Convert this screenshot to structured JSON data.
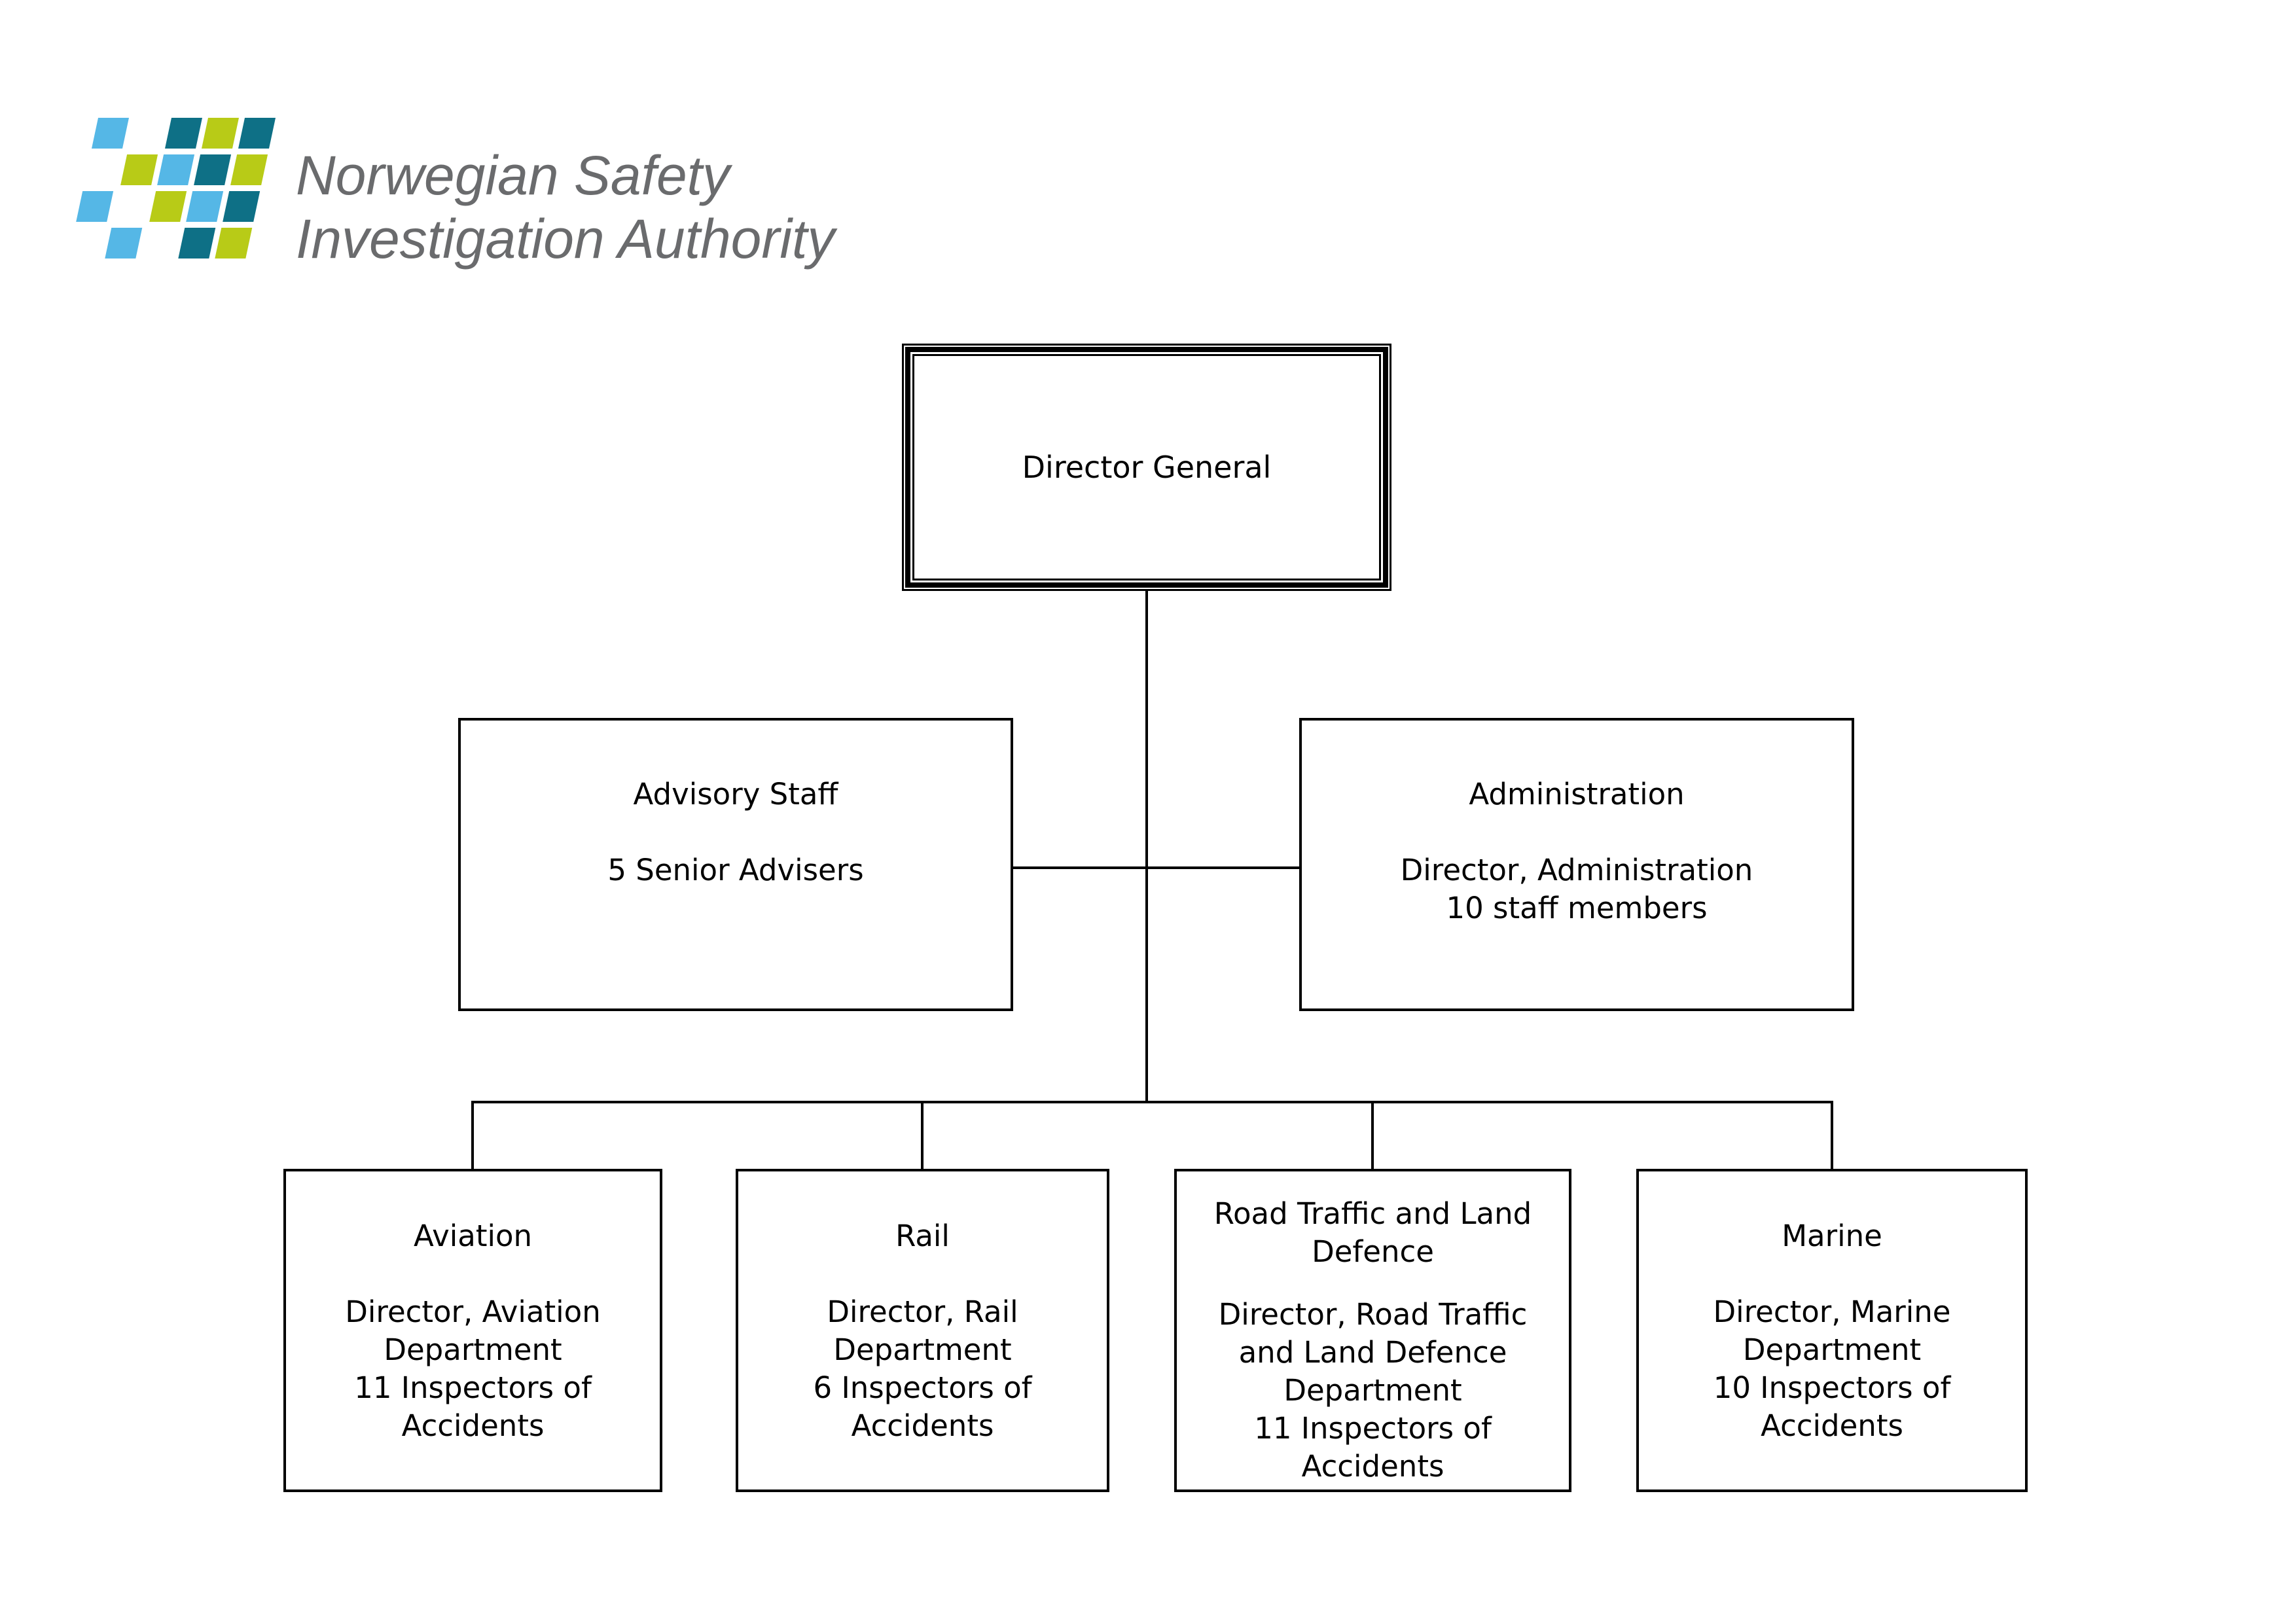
{
  "logo": {
    "line1": "Norwegian Safety",
    "line2": "Investigation Authority",
    "colors": {
      "blue": "#55b7e6",
      "teal": "#0e7086",
      "green": "#b8cb17",
      "text_gray": "#6a6b6d"
    },
    "grid": [
      [
        "blue",
        null,
        "teal",
        "green",
        "teal"
      ],
      [
        null,
        "green",
        "blue",
        "teal",
        "green"
      ],
      [
        "blue",
        null,
        "green",
        "blue",
        "teal"
      ],
      [
        null,
        "blue",
        null,
        "teal",
        "green"
      ]
    ]
  },
  "chart": {
    "root": {
      "title": "Director General"
    },
    "staff": [
      {
        "title": "Advisory Staff",
        "body": [
          "5 Senior Advisers"
        ]
      },
      {
        "title": "Administration",
        "body": [
          "Director, Administration",
          "10 staff members"
        ]
      }
    ],
    "departments": [
      {
        "title": "Aviation",
        "body": [
          "Director, Aviation",
          "Department",
          "11 Inspectors of",
          "Accidents"
        ]
      },
      {
        "title": "Rail",
        "body": [
          "Director, Rail",
          "Department",
          "6 Inspectors of",
          "Accidents"
        ]
      },
      {
        "title_line1": "Road Traffic and Land",
        "title_line2": "Defence",
        "body": [
          "Director, Road Traffic",
          "and Land Defence",
          "Department",
          "11 Inspectors of",
          "Accidents"
        ]
      },
      {
        "title": "Marine",
        "body": [
          "Director, Marine",
          "Department",
          "10 Inspectors of",
          "Accidents"
        ]
      }
    ]
  }
}
